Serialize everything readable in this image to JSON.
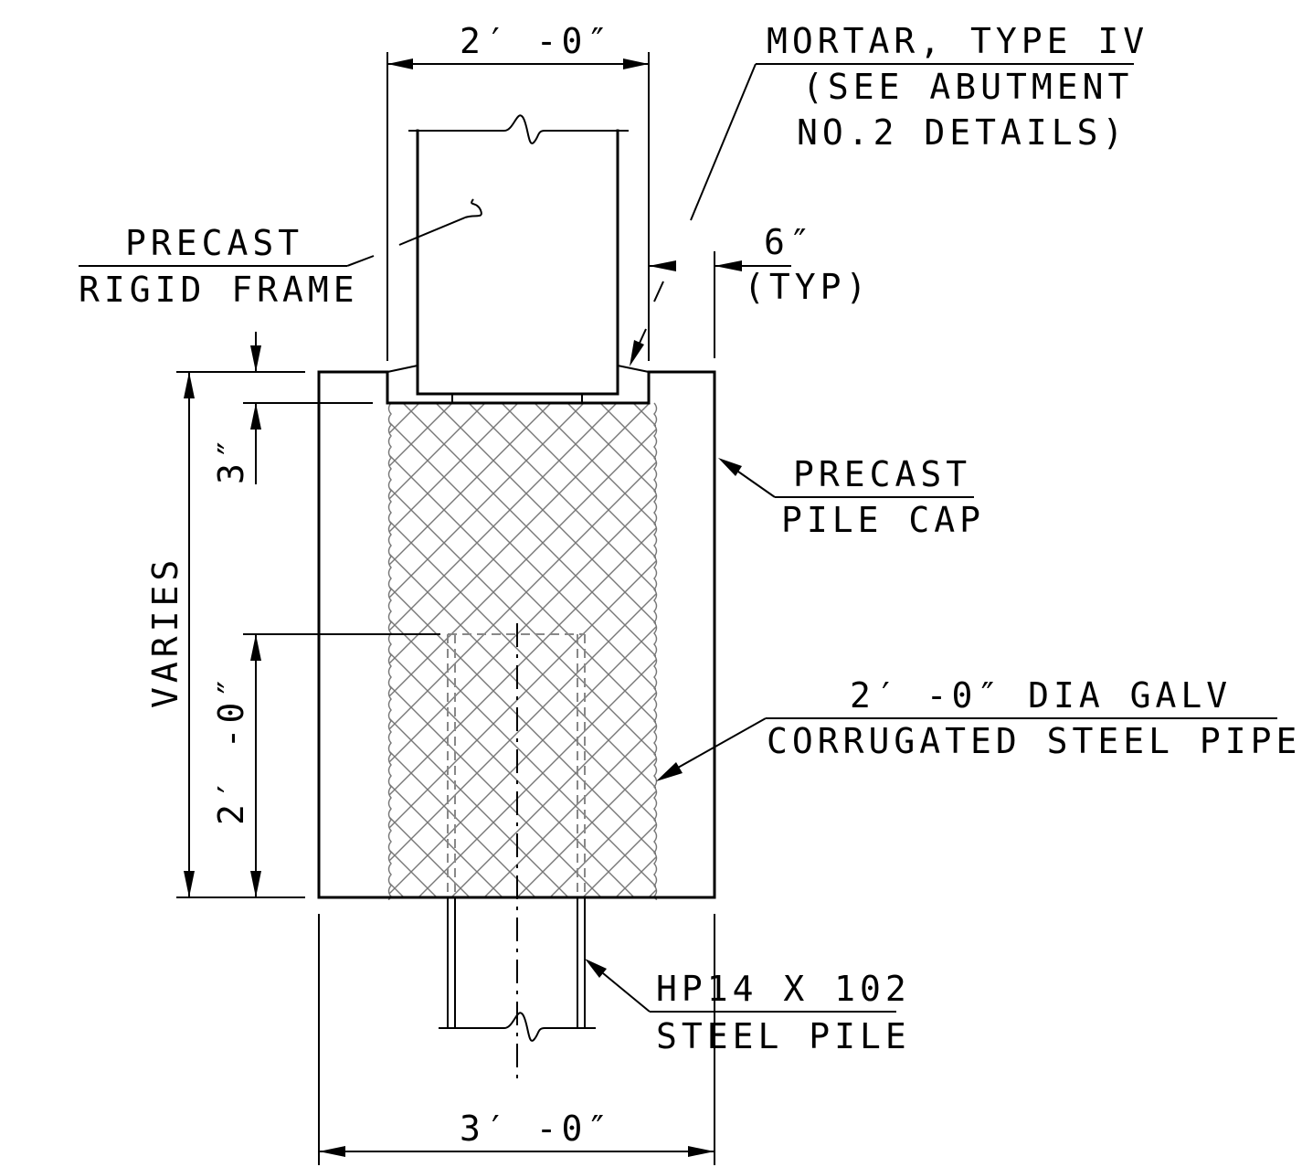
{
  "labels": {
    "dim_top": "2′ -0″",
    "mortar_1": "MORTAR, TYPE IV",
    "mortar_2": "(SEE ABUTMENT",
    "mortar_3": "NO.2 DETAILS)",
    "precast_frame_1": "PRECAST",
    "precast_frame_2": "RIGID FRAME",
    "dim_6in_1": "6″",
    "dim_6in_2": "(TYP)",
    "dim_3in": "3″",
    "pile_cap_1": "PRECAST",
    "pile_cap_2": "PILE CAP",
    "dim_varies": "VARIES",
    "pipe_1": "2′ -0″ DIA GALV",
    "pipe_2": "CORRUGATED STEEL PIPE",
    "dim_embed": "2′ -0″",
    "pile_1": "HP14 X 102",
    "pile_2": "STEEL PILE",
    "dim_bottom": "3′ -0″"
  },
  "colors": {
    "line": "#000000",
    "hatch": "#777777",
    "hidden": "#888888",
    "background": "#ffffff"
  }
}
